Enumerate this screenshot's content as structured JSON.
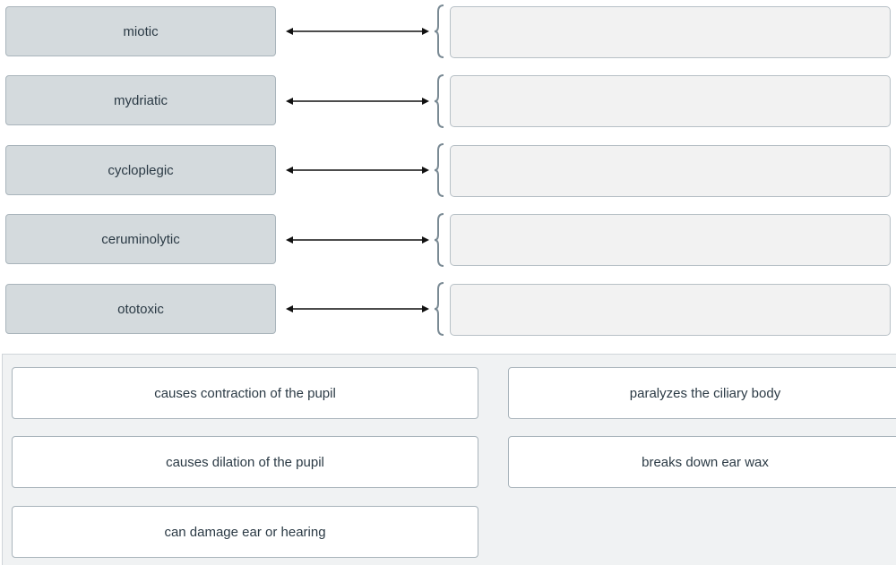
{
  "terms": [
    {
      "label": "miotic"
    },
    {
      "label": "mydriatic"
    },
    {
      "label": "cycloplegic"
    },
    {
      "label": "ceruminolytic"
    },
    {
      "label": "ototoxic"
    }
  ],
  "answer_bank": [
    {
      "label": "causes contraction of the pupil"
    },
    {
      "label": "paralyzes the ciliary body"
    },
    {
      "label": "causes dilation of the pupil"
    },
    {
      "label": "breaks down ear wax"
    },
    {
      "label": "can damage ear or hearing"
    }
  ],
  "colors": {
    "term_bg": "#d4dadd",
    "slot_bg": "#f2f2f2",
    "bank_bg": "#f0f2f3",
    "text": "#2b3a45"
  },
  "icons": [
    "double-arrow-icon",
    "brace-icon"
  ]
}
